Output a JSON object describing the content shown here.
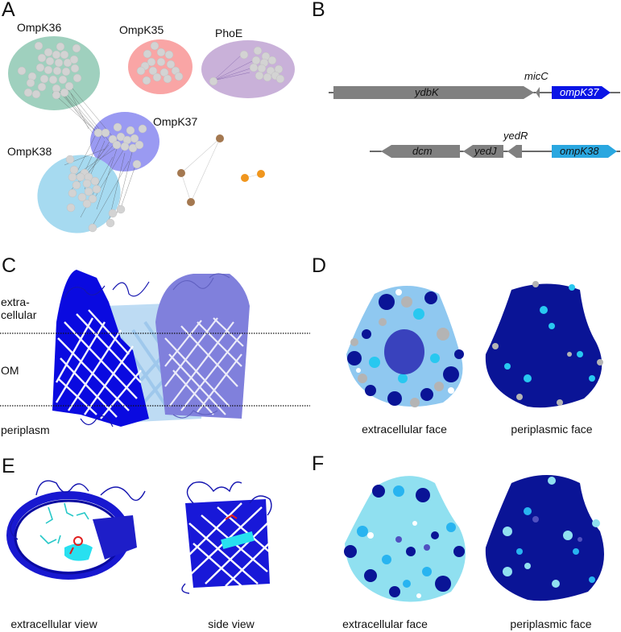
{
  "panels": {
    "A": {
      "letter": "A",
      "clusters": [
        {
          "name": "OmpK36",
          "color": "#9fd0be"
        },
        {
          "name": "OmpK35",
          "color": "#f9a5a5"
        },
        {
          "name": "PhoE",
          "color": "#c9b1d9"
        },
        {
          "name": "OmpK37",
          "color": "#9a9af2"
        },
        {
          "name": "OmpK38",
          "color": "#a6daf0"
        }
      ],
      "extra_nodes": {
        "brown": "#a47850",
        "orange": "#f0961e"
      },
      "node_color": "#d3d3d3"
    },
    "B": {
      "letter": "B",
      "row1": {
        "genes": [
          {
            "name": "ydbK",
            "color": "#808080",
            "direction": "right"
          },
          {
            "name": "micC",
            "color": "#808080",
            "direction": "left"
          },
          {
            "name": "ompK37",
            "color": "#0a14e6",
            "direction": "right"
          }
        ]
      },
      "row2": {
        "genes": [
          {
            "name": "dcm",
            "color": "#808080",
            "direction": "left"
          },
          {
            "name": "yedJ",
            "color": "#808080",
            "direction": "left"
          },
          {
            "name": "yedR",
            "color": "#808080",
            "direction": "left"
          },
          {
            "name": "ompK38",
            "color": "#2aa7e0",
            "direction": "right"
          }
        ]
      }
    },
    "C": {
      "letter": "C",
      "regions": {
        "extracellular_line1": "extra-",
        "extracellular_line2": "cellular",
        "om": "OM",
        "periplasm": "periplasm"
      }
    },
    "D": {
      "letter": "D",
      "captions": [
        "extracellular face",
        "periplasmic face"
      ]
    },
    "E": {
      "letter": "E",
      "captions": [
        "extracellular view",
        "side view"
      ]
    },
    "F": {
      "letter": "F",
      "captions": [
        "extracellular face",
        "periplasmic face"
      ]
    }
  },
  "colors": {
    "dark_blue": "#0a0ae0",
    "navy": "#0a1496",
    "light_purple": "#7878e0",
    "light_blue": "#8fc8f0",
    "cyan": "#28c8f0",
    "pale_cyan": "#90e0f0",
    "gray": "#b4b4b4",
    "red": "#e01e1e"
  }
}
